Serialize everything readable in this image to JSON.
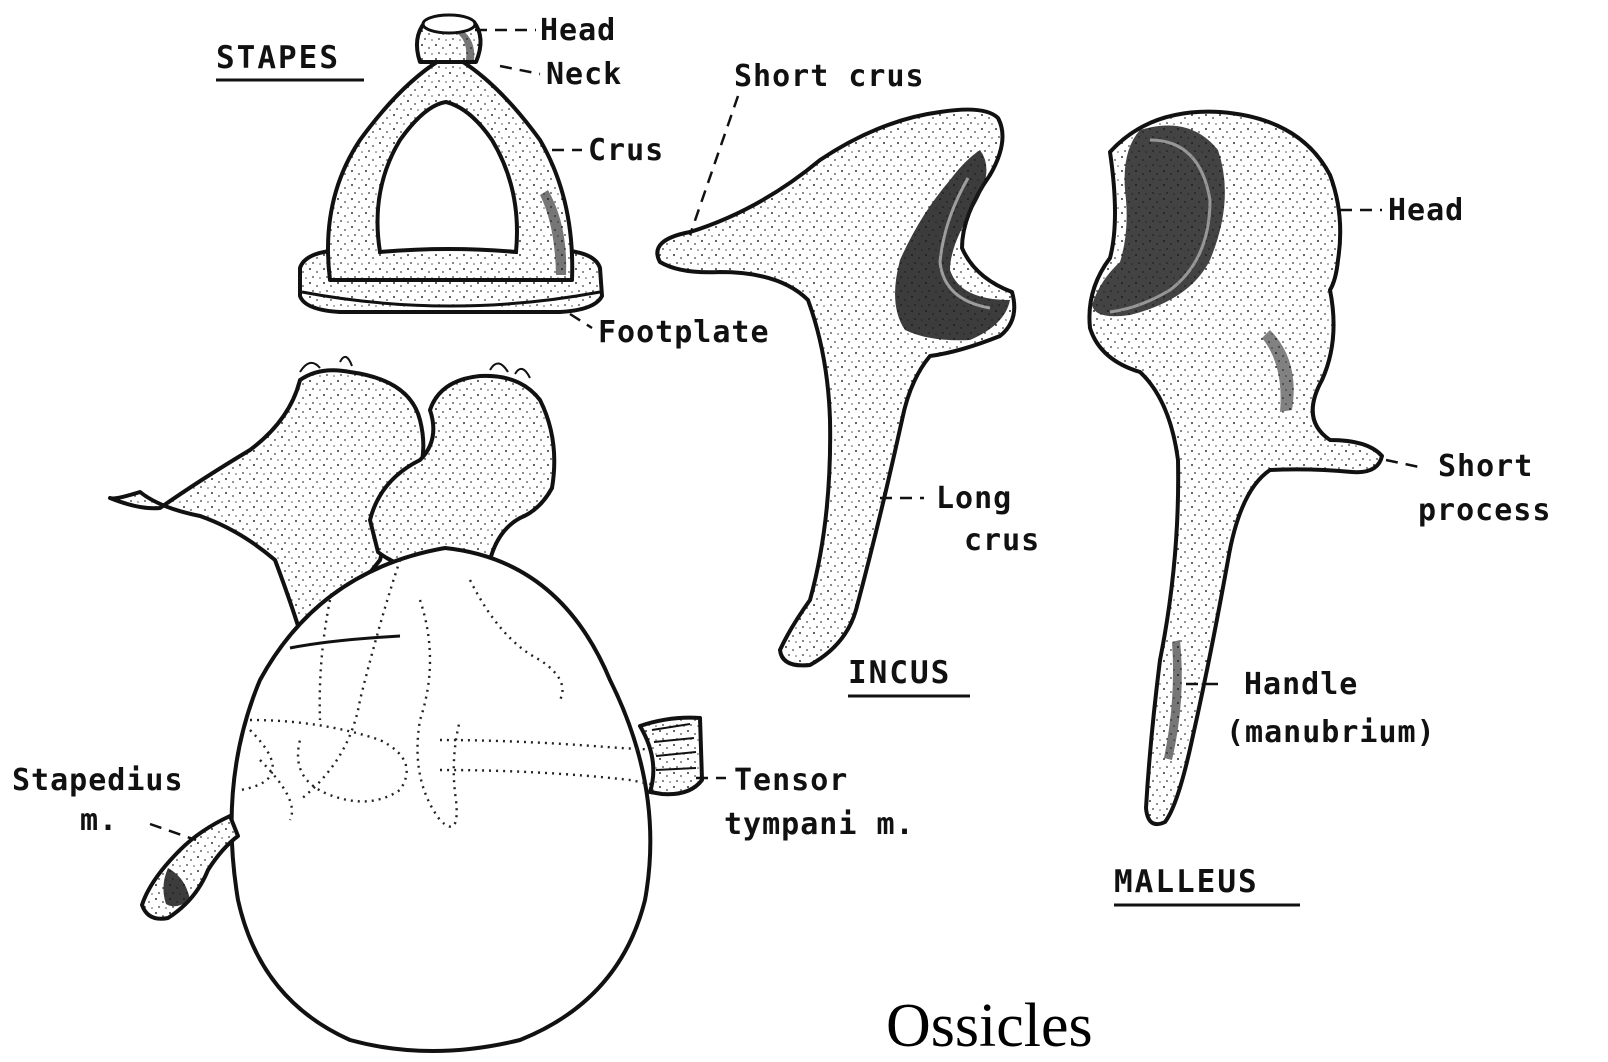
{
  "caption": "Ossicles",
  "titles": {
    "stapes": "STAPES",
    "incus": "INCUS",
    "malleus": "MALLEUS"
  },
  "stapes_labels": {
    "head": "Head",
    "neck": "Neck",
    "crus": "Crus",
    "footplate": "Footplate"
  },
  "incus_labels": {
    "short_crus": "Short crus",
    "long_crus_line1": "Long",
    "long_crus_line2": "crus"
  },
  "malleus_labels": {
    "head": "Head",
    "short_process_line1": "Short",
    "short_process_line2": "process",
    "handle_line1": "Handle",
    "handle_line2": "(manubrium)"
  },
  "tympanic_labels": {
    "stapedius_line1": "Stapedius",
    "stapedius_line2": "m.",
    "tensor_line1": "Tensor",
    "tensor_line2": "tympani m."
  },
  "colors": {
    "ink": "#111111",
    "paper": "#ffffff"
  }
}
